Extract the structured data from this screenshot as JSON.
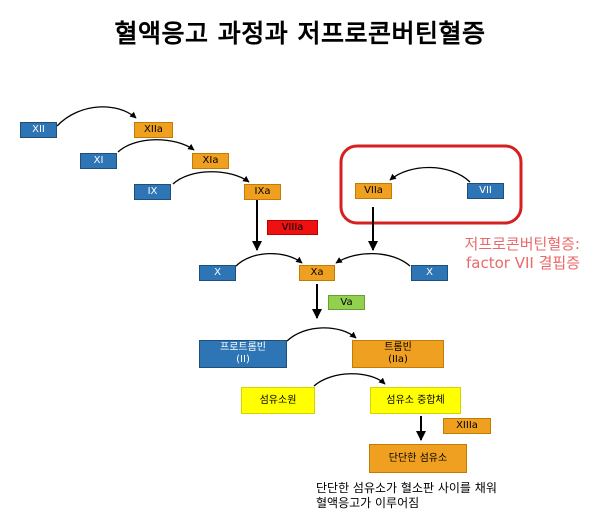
{
  "title": "혈액응고 과정과 저프로콘버틴혈증",
  "factors": {
    "xii": "XII",
    "xiia": "XIIa",
    "xi": "XI",
    "xia": "XIa",
    "ix": "IX",
    "ixa": "IXa",
    "viiia": "VIIIa",
    "viia": "VIIa",
    "vii": "VII",
    "x_left": "X",
    "xa": "Xa",
    "x_right": "X",
    "va": "Va",
    "prothrombin_line1": "프로트롬빈",
    "prothrombin_line2": "(II)",
    "thrombin_line1": "트롬빈",
    "thrombin_line2": "(IIa)",
    "fibrinogen": "섬유소원",
    "fibrin_polymer": "섬유소 중합체",
    "xiiia": "XIIIa",
    "stable_fibrin": "단단한 섬유소"
  },
  "note": {
    "line1": "저프로콘버틴혈증:",
    "line2": "factor VII 결핍증"
  },
  "footer": {
    "line1": "단단한 섬유소가 혈소판 사이를 채워",
    "line2": "혈액응고가 이루어짐"
  },
  "colors": {
    "blue": "#2e75b6",
    "orange": "#f0a020",
    "red": "#ee1111",
    "green": "#92d050",
    "yellow": "#ffff00",
    "highlight": "#d62020",
    "note": "#ea6a6a"
  }
}
